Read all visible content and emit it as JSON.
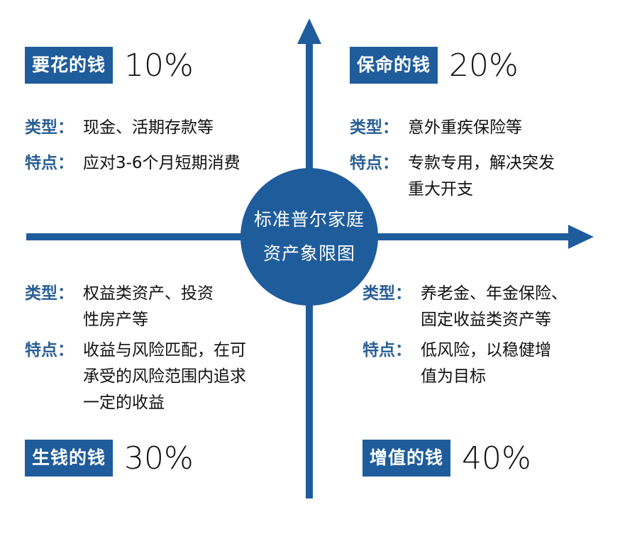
{
  "center": {
    "line1": "标准普尔家庭",
    "line2": "资产象限图"
  },
  "quadrants": {
    "top_left": {
      "tag": "要花的钱",
      "percent": "10%",
      "type_label": "类型：",
      "type_value": "现金、活期存款等",
      "feature_label": "特点：",
      "feature_value": "应对3-6个月短期消费"
    },
    "top_right": {
      "tag": "保命的钱",
      "percent": "20%",
      "type_label": "类型：",
      "type_value": "意外重疾保险等",
      "feature_label": "特点：",
      "feature_value": "专款专用，解决突发\n重大开支"
    },
    "bottom_left": {
      "tag": "生钱的钱",
      "percent": "30%",
      "type_label": "类型：",
      "type_value": "权益类资产、投资\n性房产等",
      "feature_label": "特点：",
      "feature_value": "收益与风险匹配，在可\n承受的风险范围内追求\n一定的收益"
    },
    "bottom_right": {
      "tag": "增值的钱",
      "percent": "40%",
      "type_label": "类型：",
      "type_value": "养老金、年金保险、\n固定收益类资产等",
      "feature_label": "特点：",
      "feature_value": "低风险，以稳健增\n值为目标"
    }
  },
  "colors": {
    "accent": "#1f5c9c",
    "label": "#2a5f96",
    "text": "#111111"
  }
}
